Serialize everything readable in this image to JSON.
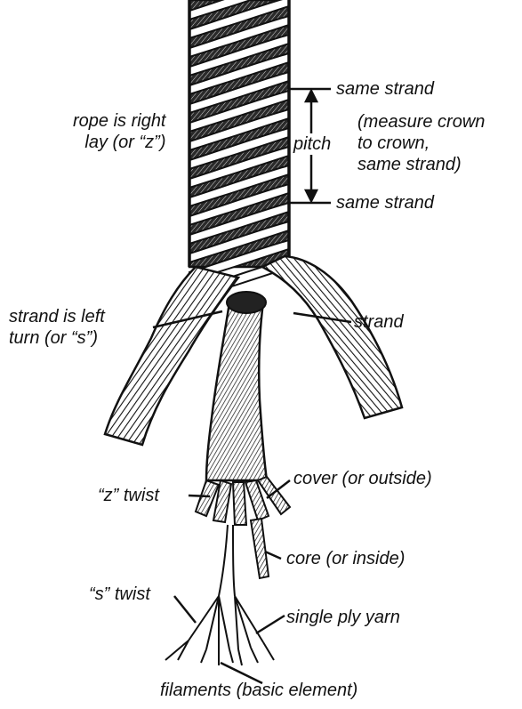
{
  "diagram": {
    "labels": {
      "rope_lay": [
        "rope is right",
        "lay (or “z”)"
      ],
      "same_strand_top": "same strand",
      "pitch": "pitch",
      "measure_note": [
        "(measure crown",
        "to crown,",
        "same strand)"
      ],
      "same_strand_bottom": "same strand",
      "strand_turn": [
        "strand is left",
        "turn (or “s”)"
      ],
      "strand": "strand",
      "cover": "cover (or outside)",
      "z_twist": "“z” twist",
      "core": "core (or inside)",
      "s_twist": "“s” twist",
      "single_ply": "single ply yarn",
      "filaments": "filaments (basic element)"
    }
  }
}
